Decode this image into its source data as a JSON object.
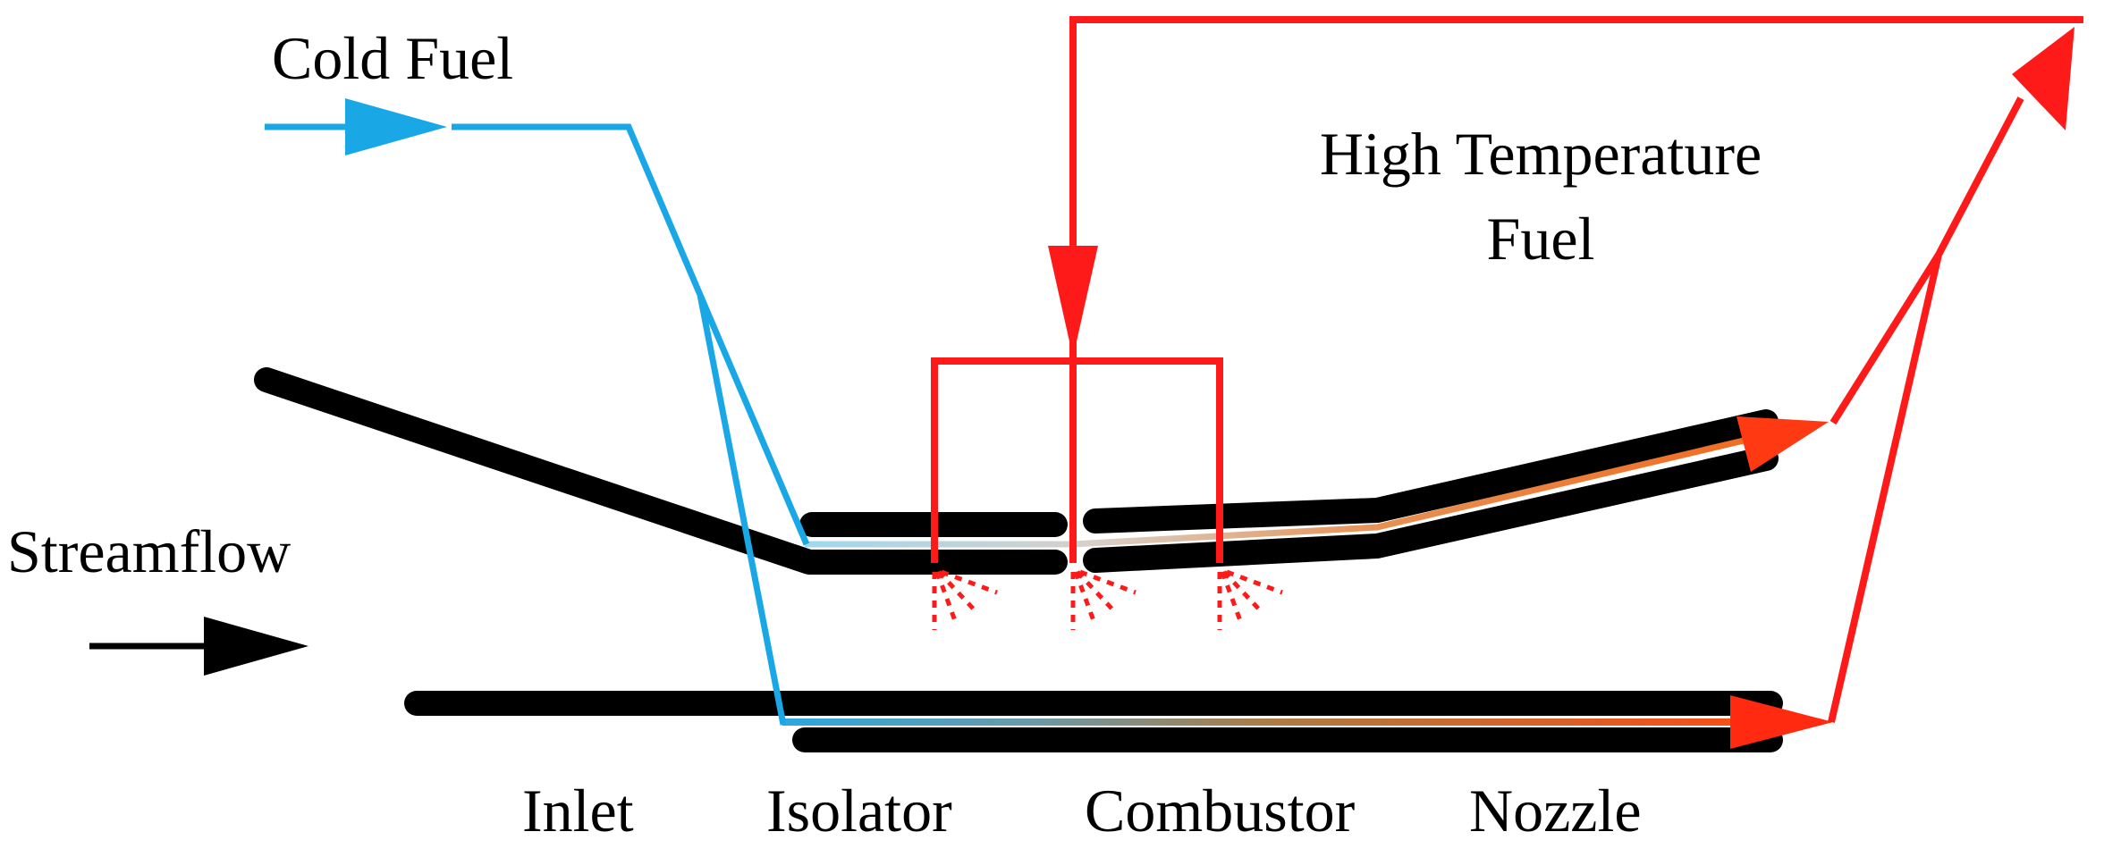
{
  "labels": {
    "cold_fuel": "Cold Fuel",
    "high_temp_line1": "High Temperature",
    "high_temp_line2": "Fuel",
    "streamflow": "Streamflow",
    "inlet": "Inlet",
    "isolator": "Isolator",
    "combustor": "Combustor",
    "nozzle": "Nozzle"
  },
  "colors": {
    "cold_fuel": "#1aa7e6",
    "hot_fuel": "#ff1a1a",
    "wall": "#000000",
    "heated_fuel": "#f07a20"
  }
}
